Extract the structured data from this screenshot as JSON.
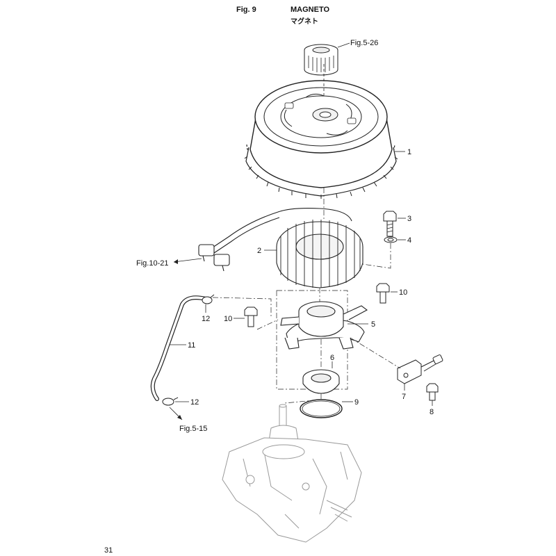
{
  "header": {
    "fig_label": "Fig. 9",
    "title": "MAGNETO",
    "title_jp": "マグネト"
  },
  "callouts": {
    "p1": "1",
    "p2": "2",
    "p3": "3",
    "p4": "4",
    "p5": "5",
    "p6": "6",
    "p7": "7",
    "p8": "8",
    "p9": "9",
    "p10a": "10",
    "p10b": "10",
    "p11": "11",
    "p12a": "12",
    "p12b": "12"
  },
  "references": {
    "fig5_26": "Fig.5-26",
    "fig10_21": "Fig.10-21",
    "fig5_15": "Fig.5-15"
  },
  "page_number": "31"
}
